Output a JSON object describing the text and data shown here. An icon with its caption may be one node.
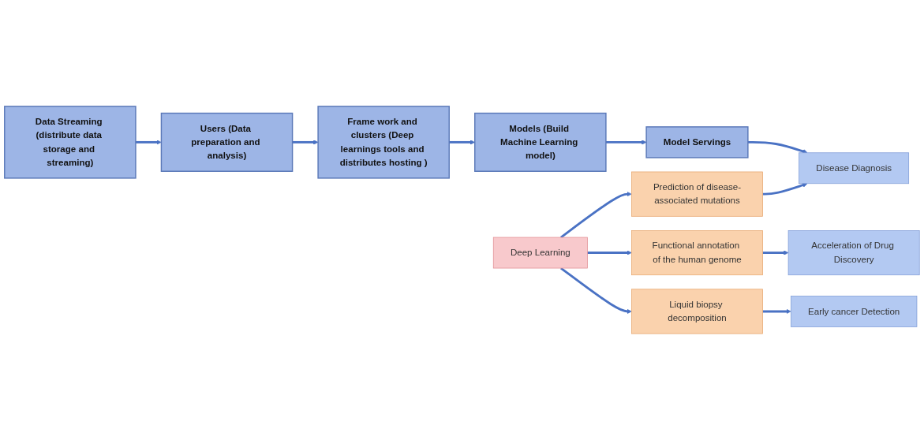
{
  "diagram": {
    "nodes": [
      {
        "text": [
          "Data Streaming (distribute data storage and streaming)"
        ]
      },
      {
        "text": [
          "Users (Data preparation and analysis)"
        ]
      },
      {
        "text": [
          "Frame work and clusters (Deep learnings tools and distributes hosting )"
        ]
      },
      {
        "text": [
          "Models (Build Machine Learning model)"
        ]
      },
      {
        "text": [
          "Model Servings"
        ]
      },
      {
        "text": [
          "Deep Learning"
        ]
      },
      {
        "text": [
          "Functional annotation of the human genome"
        ]
      },
      {
        "text": [
          "Prediction of disease-associated mutations"
        ]
      },
      {
        "text": [
          "Liquid biopsy decomposition"
        ]
      },
      {
        "text": [
          "Acceleration of Drug Discovery"
        ]
      },
      {
        "text": [
          "Disease Diagnosis"
        ]
      },
      {
        "text": [
          "Early cancer Detection"
        ]
      }
    ],
    "edges": [
      {
        "from": 0,
        "to": 1,
        "arrow": "to"
      },
      {
        "from": 1,
        "to": 2,
        "arrow": "to"
      },
      {
        "from": 2,
        "to": 3,
        "arrow": "to"
      },
      {
        "from": 3,
        "to": 4,
        "arrow": "to"
      },
      {
        "from": 4,
        "to": 10,
        "arrow": "to"
      },
      {
        "from": 5,
        "to": 6,
        "arrow": "to"
      },
      {
        "from": 5,
        "to": 7,
        "arrow": "to"
      },
      {
        "from": 5,
        "to": 8,
        "arrow": "to"
      },
      {
        "from": 6,
        "to": 9,
        "arrow": "to"
      },
      {
        "from": 7,
        "to": 10,
        "arrow": "to"
      },
      {
        "from": 8,
        "to": 11,
        "arrow": "to"
      }
    ]
  }
}
